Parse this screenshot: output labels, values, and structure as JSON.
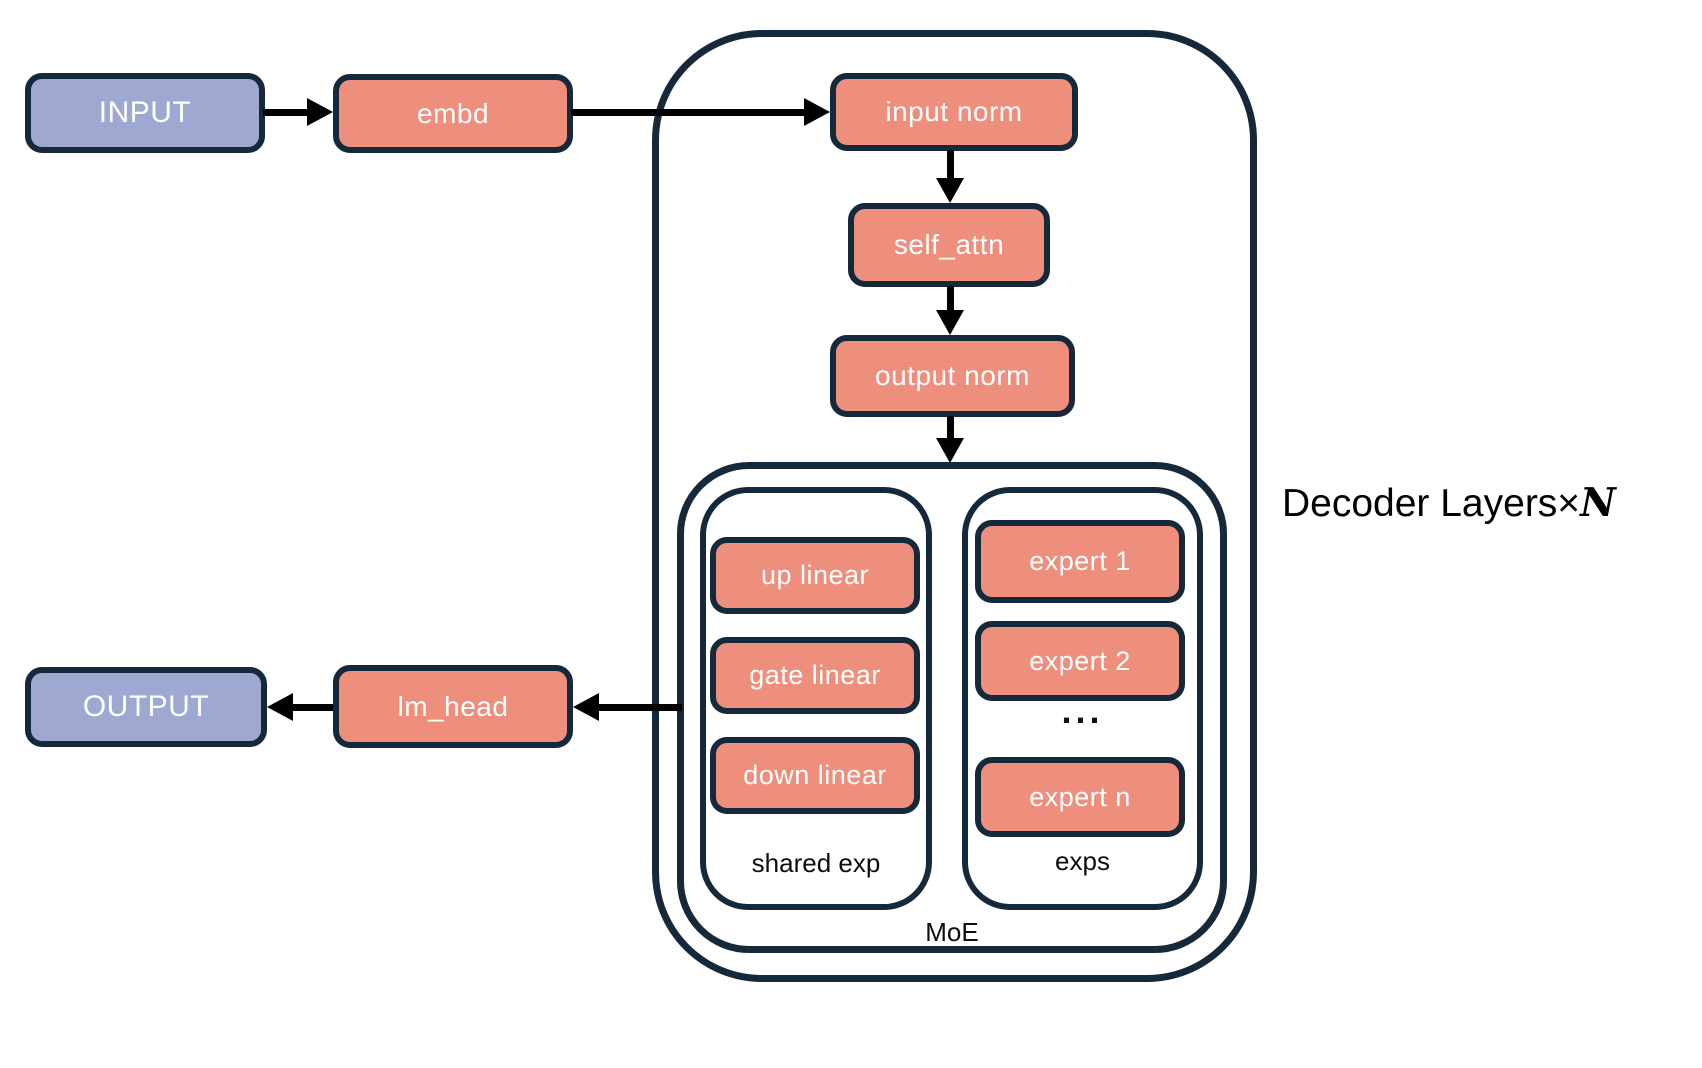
{
  "diagram": {
    "io": {
      "input": "INPUT",
      "output": "OUTPUT"
    },
    "pipeline": {
      "embd": "embd",
      "input_norm": "input norm",
      "self_attn": "self_attn",
      "output_norm": "output norm",
      "lm_head": "lm_head"
    },
    "decoder": {
      "label_prefix": "Decoder Layers×",
      "label_n": "N"
    },
    "moe": {
      "label": "MoE",
      "shared_exp": {
        "label": "shared exp",
        "nodes": [
          "up linear",
          "gate linear",
          "down linear"
        ]
      },
      "exps": {
        "label": "exps",
        "nodes": [
          "expert 1",
          "expert 2",
          "expert n"
        ],
        "ellipsis": "..."
      }
    },
    "colors": {
      "node_fill": "#EE8E7D",
      "io_fill": "#9FA8D1",
      "outline": "#15293B",
      "arrow": "#000000",
      "background": "#FFFFFF",
      "node_text": "#FFFFFF",
      "label_text": "#0D0D0D"
    }
  }
}
